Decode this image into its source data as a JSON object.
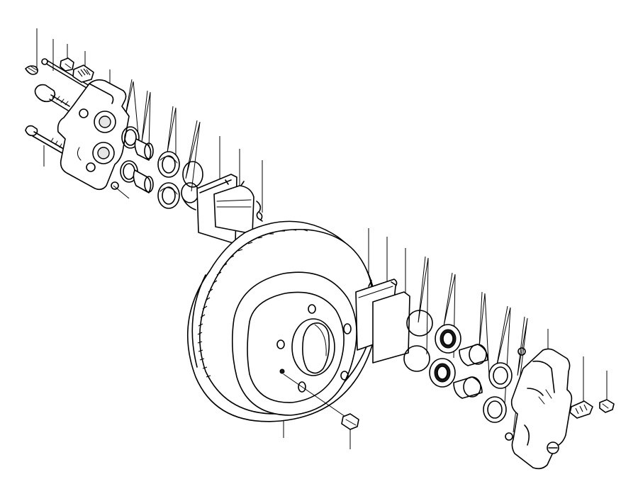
{
  "diagram": {
    "kind": "exploded-view",
    "subject": "disc-brake-assembly",
    "line_color": "#000000",
    "background": "#ffffff",
    "parts": [
      "caliper-left",
      "caliper-right",
      "brake-disc",
      "brake-pad-left",
      "brake-pad-right",
      "piston",
      "piston-seal",
      "dust-boot",
      "retaining-spring",
      "mounting-bolt",
      "bleed-screw",
      "bleed-cap",
      "guide-pin",
      "disc-screw"
    ],
    "leader_count": 26,
    "labels": []
  }
}
